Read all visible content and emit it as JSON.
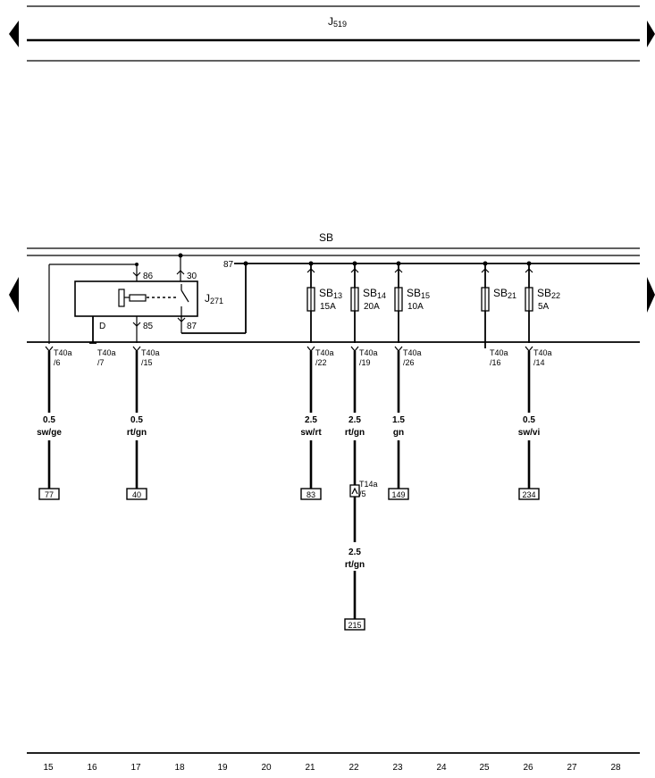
{
  "colors": {
    "line": "#000000",
    "background": "#ffffff"
  },
  "control_unit": {
    "name": "J",
    "sub": "519"
  },
  "bus_label": "SB",
  "relay": {
    "name": "J",
    "sub": "271",
    "pins": [
      "86",
      "30",
      "85",
      "87"
    ],
    "ground": "D"
  },
  "terminal_87": "87",
  "fuses": [
    {
      "id": "SB",
      "sub": "13",
      "rating": "15A"
    },
    {
      "id": "SB",
      "sub": "14",
      "rating": "20A"
    },
    {
      "id": "SB",
      "sub": "15",
      "rating": "10A"
    },
    {
      "id": "SB",
      "sub": "21",
      "rating": ""
    },
    {
      "id": "SB",
      "sub": "22",
      "rating": "5A"
    }
  ],
  "connectors": [
    {
      "name": "T40a",
      "pin": "/6"
    },
    {
      "name": "T40a",
      "pin": "/7"
    },
    {
      "name": "T40a",
      "pin": "/15"
    },
    {
      "name": "T40a",
      "pin": "/22"
    },
    {
      "name": "T40a",
      "pin": "/19"
    },
    {
      "name": "T40a",
      "pin": "/26"
    },
    {
      "name": "T40a",
      "pin": "/16"
    },
    {
      "name": "T40a",
      "pin": "/14"
    }
  ],
  "wires": [
    {
      "size": "0.5",
      "color": "sw/ge"
    },
    {
      "size": "0.5",
      "color": "rt/gn"
    },
    {
      "size": "2.5",
      "color": "sw/rt"
    },
    {
      "size": "2.5",
      "color": "rt/gn"
    },
    {
      "size": "1.5",
      "color": "gn"
    },
    {
      "size": "0.5",
      "color": "sw/vi"
    },
    {
      "size": "2.5",
      "color": "rt/gn"
    }
  ],
  "inline_connector": {
    "name": "T14a",
    "pin": "/5"
  },
  "references": [
    "77",
    "40",
    "83",
    "149",
    "234",
    "215"
  ],
  "columns": [
    "15",
    "16",
    "17",
    "18",
    "19",
    "20",
    "21",
    "22",
    "23",
    "24",
    "25",
    "26",
    "27",
    "28"
  ]
}
